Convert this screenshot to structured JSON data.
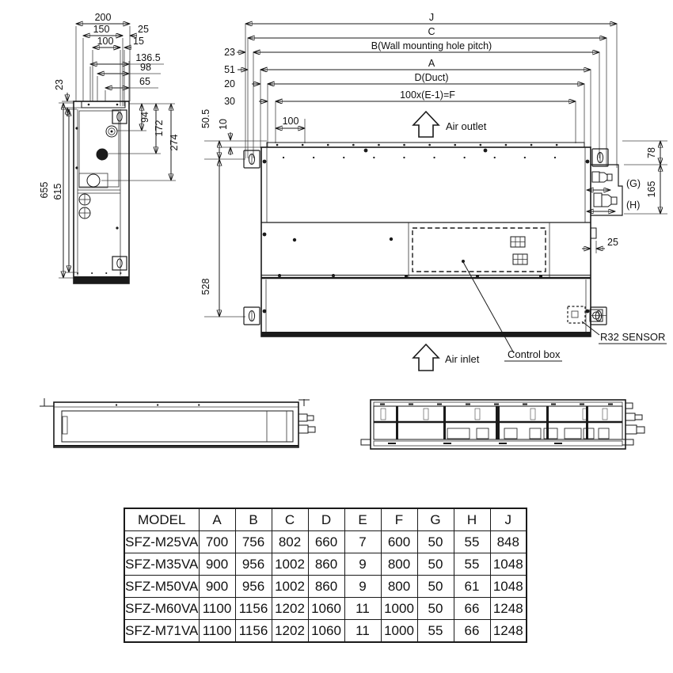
{
  "side_view": {
    "dims": {
      "w200": "200",
      "w150": "150",
      "w25": "25",
      "w100": "100",
      "w15": "15",
      "w136_5": "136.5",
      "w98": "98",
      "w65": "65",
      "h23": "23",
      "h94": "94",
      "h172": "172",
      "h274": "274",
      "h655": "655",
      "h615": "615"
    }
  },
  "main_view": {
    "dims": {
      "j": "J",
      "c": "C",
      "b": "B(Wall mounting hole pitch)",
      "a": "A",
      "d": "D(Duct)",
      "f": "100x(E-1)=F",
      "o23": "23",
      "o51": "51",
      "o20": "20",
      "o30": "30",
      "v50_5": "50.5",
      "v10": "10",
      "p100": "100",
      "v528": "528",
      "v78": "78",
      "v165": "165",
      "g": "(G)",
      "h": "(H)",
      "r25": "25"
    },
    "labels": {
      "air_outlet": "Air outlet",
      "air_inlet": "Air inlet",
      "control_box": "Control box",
      "r32_sensor": "R32 SENSOR"
    }
  },
  "table": {
    "headers": [
      "MODEL",
      "A",
      "B",
      "C",
      "D",
      "E",
      "F",
      "G",
      "H",
      "J"
    ],
    "rows": [
      [
        "SFZ-M25VA",
        "700",
        "756",
        "802",
        "660",
        "7",
        "600",
        "50",
        "55",
        "848"
      ],
      [
        "SFZ-M35VA",
        "900",
        "956",
        "1002",
        "860",
        "9",
        "800",
        "50",
        "55",
        "1048"
      ],
      [
        "SFZ-M50VA",
        "900",
        "956",
        "1002",
        "860",
        "9",
        "800",
        "50",
        "61",
        "1048"
      ],
      [
        "SFZ-M60VA",
        "1100",
        "1156",
        "1202",
        "1060",
        "11",
        "1000",
        "50",
        "66",
        "1248"
      ],
      [
        "SFZ-M71VA",
        "1100",
        "1156",
        "1202",
        "1060",
        "11",
        "1000",
        "55",
        "66",
        "1248"
      ]
    ]
  }
}
